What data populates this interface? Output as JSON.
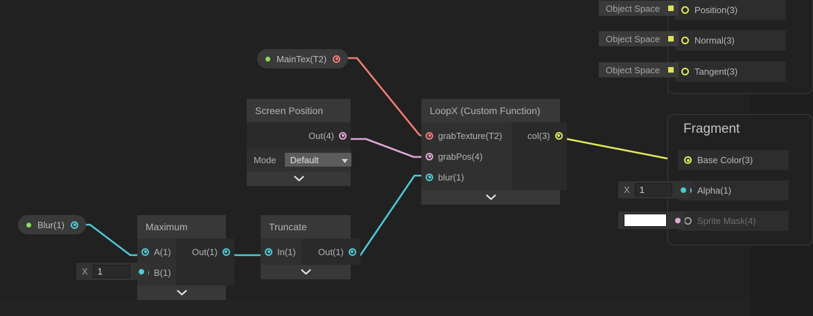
{
  "app": {
    "name": "shader-graph-editor",
    "background_color": "#212121"
  },
  "colors": {
    "texture_wire": "#ef7b76",
    "vector4_wire": "#e0a8d8",
    "float_wire": "#4ec9d4",
    "vector3_wire": "#e3e85c",
    "property_bullet": "#8ade5e",
    "node_title_bg": "#383838",
    "node_body_bg": "#262626"
  },
  "properties": [
    {
      "name": "maintex-property",
      "label": "MainTex(T2)",
      "port_type": "texture",
      "port_color": "#ef7b76"
    },
    {
      "name": "blur-property",
      "label": "Blur(1)",
      "port_type": "float",
      "port_color": "#4ec9d4"
    }
  ],
  "nodes": [
    {
      "name": "screen-position-node",
      "title": "Screen Position",
      "inputs": [],
      "outputs": [
        {
          "label": "Out(4)",
          "color": "#e0a8d8"
        }
      ],
      "controls": [
        {
          "label": "Mode",
          "type": "dropdown",
          "value": "Default"
        }
      ],
      "expand_icon": "chevron-down-icon"
    },
    {
      "name": "loopx-custom-function-node",
      "title": "LoopX (Custom Function)",
      "inputs": [
        {
          "label": "grabTexture(T2)",
          "color": "#ef7b76"
        },
        {
          "label": "grabPos(4)",
          "color": "#e0a8d8"
        },
        {
          "label": "blur(1)",
          "color": "#4ec9d4"
        }
      ],
      "outputs": [
        {
          "label": "col(3)",
          "color": "#e3e85c"
        }
      ],
      "expand_icon": "chevron-down-icon"
    },
    {
      "name": "maximum-node",
      "title": "Maximum",
      "inputs": [
        {
          "label": "A(1)",
          "color": "#4ec9d4",
          "connected": true
        },
        {
          "label": "B(1)",
          "color": "#4ec9d4",
          "connected": false,
          "field": {
            "axis": "X",
            "value": "1"
          }
        }
      ],
      "outputs": [
        {
          "label": "Out(1)",
          "color": "#4ec9d4"
        }
      ],
      "expand_icon": "chevron-down-icon"
    },
    {
      "name": "truncate-node",
      "title": "Truncate",
      "inputs": [
        {
          "label": "In(1)",
          "color": "#4ec9d4"
        }
      ],
      "outputs": [
        {
          "label": "Out(1)",
          "color": "#4ec9d4"
        }
      ],
      "expand_icon": "chevron-down-icon"
    }
  ],
  "vertex_stack": {
    "name": "vertex-block-stack",
    "title": "",
    "blocks": [
      {
        "label": "Position(3)",
        "color": "#e3e85c",
        "chip": "Object Space"
      },
      {
        "label": "Normal(3)",
        "color": "#e3e85c",
        "chip": "Object Space"
      },
      {
        "label": "Tangent(3)",
        "color": "#e3e85c",
        "chip": "Object Space"
      }
    ]
  },
  "fragment_stack": {
    "name": "fragment-block-stack",
    "title": "Fragment",
    "blocks": [
      {
        "label": "Base Color(3)",
        "color": "#e3e85c",
        "connected": true
      },
      {
        "label": "Alpha(1)",
        "color": "#4ec9d4",
        "connected": false,
        "field": {
          "axis": "X",
          "value": "1"
        }
      },
      {
        "label": "Sprite Mask(4)",
        "color": "#e0a8d8",
        "connected": false,
        "field": {
          "type": "color",
          "value": "#ffffff"
        }
      }
    ]
  }
}
